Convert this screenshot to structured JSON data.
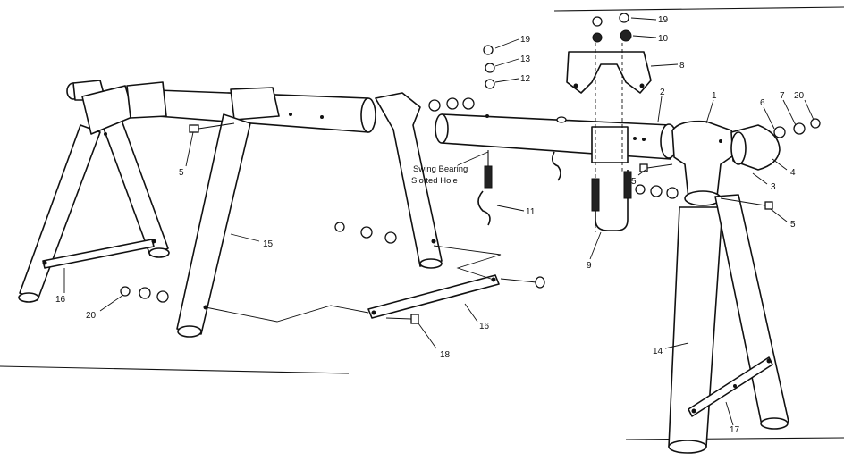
{
  "callouts": {
    "c1": "1",
    "c2": "2",
    "c3": "3",
    "c4": "4",
    "c5a": "5",
    "c5b": "5",
    "c5c": "5",
    "c6": "6",
    "c7": "7",
    "c8": "8",
    "c9": "9",
    "c10": "10",
    "c11": "11",
    "c12": "12",
    "c13": "13",
    "c14": "14",
    "c15": "15",
    "c16a": "16",
    "c16b": "16",
    "c17": "17",
    "c18": "18",
    "c19a": "19",
    "c19b": "19",
    "c20a": "20",
    "c20b": "20"
  },
  "annotation": {
    "line1": "Swing Bearing",
    "line2": "Slotted Hole"
  }
}
